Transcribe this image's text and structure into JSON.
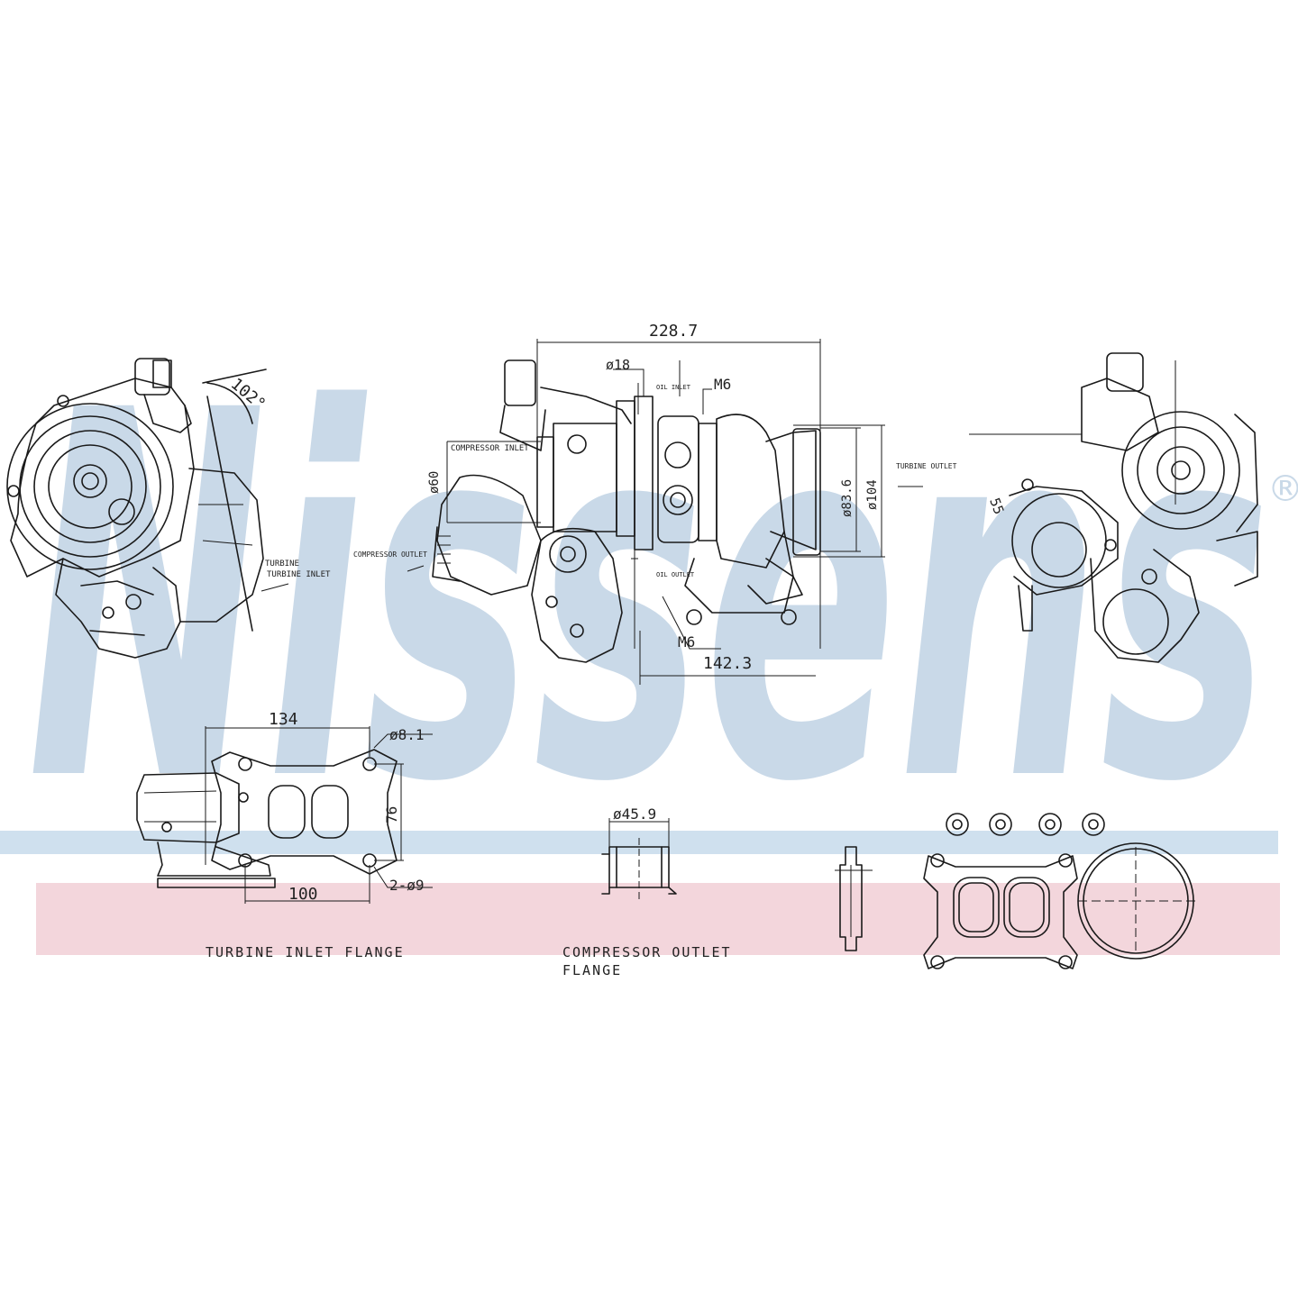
{
  "brand": {
    "watermark": "Nissens",
    "registered_mark": "®",
    "watermark_color": "#c9d9e8",
    "stripe_blue": "#cfe0ee",
    "stripe_pink": "#f3d6dc",
    "line_color": "#1a1a1a"
  },
  "dimensions": {
    "overall_length": "228.7",
    "angle": "102°",
    "d18": "ø18",
    "oil_inlet": "OIL INLET",
    "m6_top": "M6",
    "m6_bottom": "M6",
    "d60": "ø60",
    "d83_6": "ø83.6",
    "d104": "ø104",
    "length_142": "142.3",
    "r55": "55",
    "flange_width": "134",
    "flange_hole_dia": "ø8.1",
    "flange_height": "76",
    "flange_pitch": "100",
    "flange_holes": "2-ø9",
    "outlet_dia": "ø45.9"
  },
  "labels": {
    "compressor_inlet": "COMPRESSOR INLET",
    "compressor_outlet": "COMPRESSOR OUTLET",
    "turbine_inlet": "TURBINE INLET",
    "turbine_outlet": "TURBINE OUTLET",
    "oil_outlet": "OIL OUTLET"
  },
  "captions": {
    "turbine_inlet_flange": "TURBINE INLET FLANGE",
    "compressor_outlet_flange_1": "COMPRESSOR OUTLET",
    "compressor_outlet_flange_2": "FLANGE"
  }
}
